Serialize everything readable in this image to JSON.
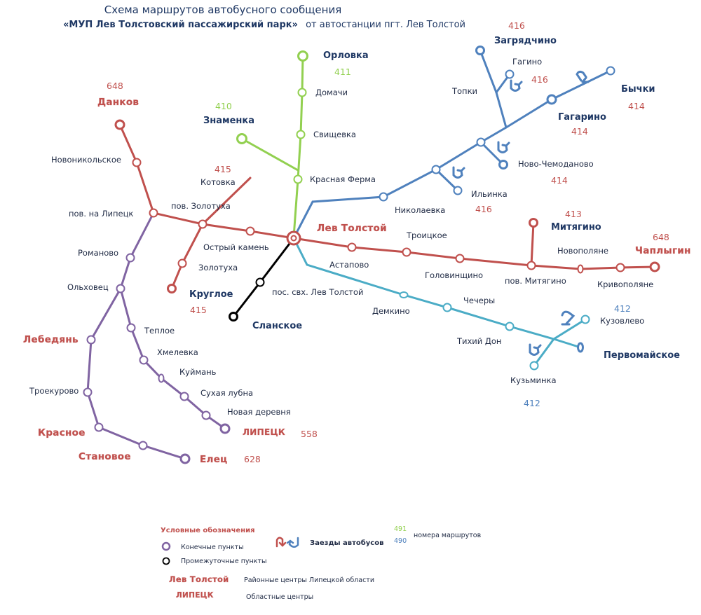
{
  "title": {
    "line1": "Схема маршрутов автобусного сообщения",
    "line2_bold": "«МУП Лев Толстовский пассажирский парк»",
    "line2_rest": "от автостанции пгт. Лев Толстой"
  },
  "colors": {
    "red": "#c0504d",
    "purple": "#8064a2",
    "green": "#92d050",
    "blue": "#4f81bd",
    "cyan": "#4bacc6",
    "black": "#000000"
  },
  "hub": {
    "label": "Лев Толстой"
  },
  "terminals": {
    "orlovka": "Орловка",
    "znamenka": "Знаменка",
    "dankov": "Данков",
    "zagryadchino": "Загрядчино",
    "bychki": "Бычки",
    "gagarino": "Гагарино",
    "mityagino": "Митягино",
    "chaplygin": "Чаплыгин",
    "krugloe": "Круглое",
    "slanskoe": "Сланское",
    "lebedyan": "Лебедянь",
    "krasnoe": "Красное",
    "stanovoe": "Становое",
    "elets": "Елец",
    "lipetsk": "ЛИПЕЦК",
    "pervomayskoe": "Первомайское"
  },
  "stops": {
    "domachi": "Домачи",
    "svischevka": "Свищевка",
    "krasnaya_ferma": "Красная Ферма",
    "kotovka": "Котовка",
    "pov_zolotukha": "пов. Золотуха",
    "ostry_kamen": "Острый камень",
    "zolotukha": "Золотуха",
    "novonikolskoe": "Новоникольское",
    "pov_lipetsk": "пов. на Липецк",
    "romanovo": "Романово",
    "olkhovets": "Ольховец",
    "teploe": "Теплое",
    "khmelevka": "Хмелевка",
    "kuyman": "Куймань",
    "sukhaya_lubna": "Сухая лубна",
    "novaya_derevnya": "Новая деревня",
    "troekurovo": "Троекурово",
    "pos_svkh": "пос. свх. Лев Толстой",
    "astapovo": "Астапово",
    "troitskoe": "Троицкое",
    "golovinschino": "Головинщино",
    "pov_mityagino": "пов. Митягино",
    "novopolyane": "Новополяне",
    "krivopolyane": "Кривополяне",
    "demkino": "Демкино",
    "chechery": "Чечеры",
    "tikhiy_don": "Тихий Дон",
    "kuzmovka": "Кузьминка",
    "kuzovlevo": "Кузовлево",
    "nikolaevka": "Николаевка",
    "ilyinka": "Ильинка",
    "novo_chemodanovo": "Ново-Чемоданово",
    "topki": "Топки",
    "gagino": "Гагино"
  },
  "routes": {
    "r411": "411",
    "r410": "410",
    "r648_dankov": "648",
    "r415_top": "415",
    "r415_bottom": "415",
    "r416_top": "416",
    "r416_gagino": "416",
    "r416_nikolaevka": "416",
    "r414_bychki": "414",
    "r414_gagarino": "414",
    "r414_novochem": "414",
    "r413": "413",
    "r648_chaplygin": "648",
    "r412_kuzovlevo": "412",
    "r412_kuzminka": "412",
    "r558": "558",
    "r628": "628"
  },
  "legend": {
    "title": "Условные обозначения",
    "terminal_points": "Конечные пункты",
    "intermediate_points": "Промежуточные пункты",
    "detours": "Заезды автобусов",
    "sample_route_a": "491",
    "sample_route_b": "490",
    "route_numbers": "номера маршрутов",
    "district_center_sample": "Лев Толстой",
    "district_centers": "Районные центры Липецкой области",
    "regional_center_sample": "ЛИПЕЦК",
    "regional_centers": "Областные центры"
  }
}
